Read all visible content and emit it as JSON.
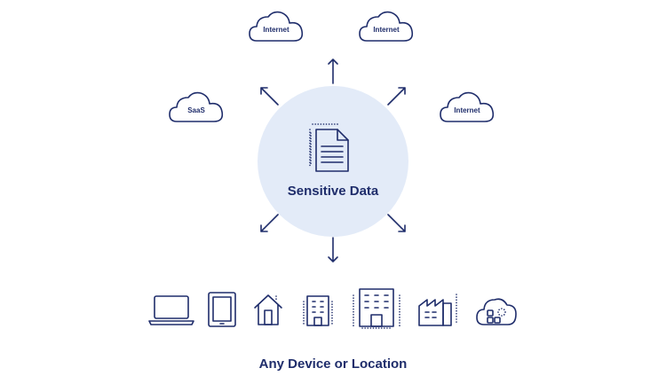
{
  "colors": {
    "primary": "#1f2d6b",
    "circle_fill": "#e3ebf8",
    "background": "#ffffff"
  },
  "clouds": [
    {
      "id": "cloud-top-left",
      "label": "Internet"
    },
    {
      "id": "cloud-top-right",
      "label": "Internet"
    },
    {
      "id": "cloud-left",
      "label": "SaaS"
    },
    {
      "id": "cloud-right",
      "label": "Internet"
    }
  ],
  "center": {
    "label": "Sensitive Data",
    "icon": "document-icon"
  },
  "devices": [
    {
      "icon": "laptop-icon"
    },
    {
      "icon": "tablet-icon"
    },
    {
      "icon": "house-icon"
    },
    {
      "icon": "small-building-icon"
    },
    {
      "icon": "office-tower-icon"
    },
    {
      "icon": "factory-icon"
    },
    {
      "icon": "cloud-apps-icon"
    }
  ],
  "footer": {
    "label": "Any Device or Location"
  }
}
